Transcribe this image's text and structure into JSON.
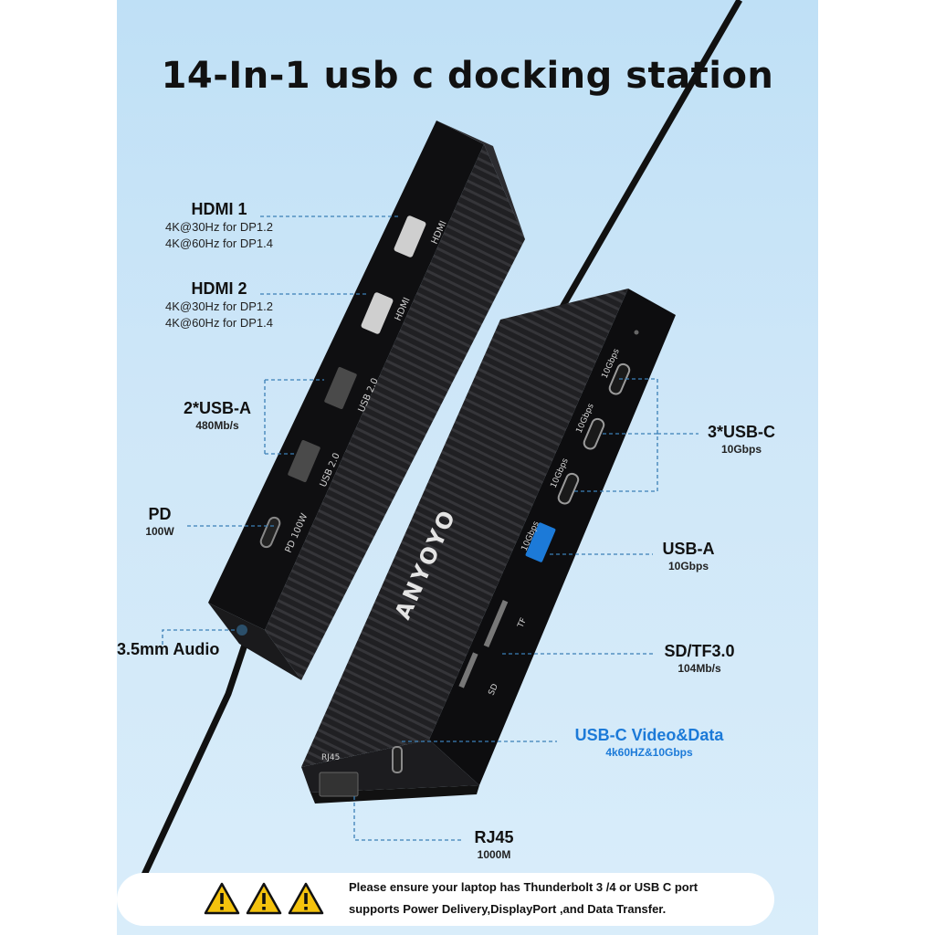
{
  "title": "14-In-1 usb c docking station",
  "labels": {
    "hdmi1": {
      "name": "HDMI 1",
      "line1": "4K@30Hz for DP1.2",
      "line2": "4K@60Hz for DP1.4"
    },
    "hdmi2": {
      "name": "HDMI 2",
      "line1": "4K@30Hz for DP1.2",
      "line2": "4K@60Hz for DP1.4"
    },
    "usba2": {
      "name": "2*USB-A",
      "sub": "480Mb/s"
    },
    "pd": {
      "name": "PD",
      "sub": "100W"
    },
    "audio": {
      "name": "3.5mm Audio"
    },
    "usbc3": {
      "name": "3*USB-C",
      "sub": "10Gbps"
    },
    "usba10": {
      "name": "USB-A",
      "sub": "10Gbps"
    },
    "sdtf": {
      "name": "SD/TF3.0",
      "sub": "104Mb/s"
    },
    "video": {
      "name": "USB-C Video&Data",
      "sub": "4k60HZ&10Gbps"
    },
    "rj45": {
      "name": "RJ45",
      "sub": "1000M"
    }
  },
  "device_marks": {
    "brand": "ANYOYO",
    "hdmi_port": "HDMI",
    "usb20_port": "USB 2.0",
    "pd_port": "PD 100W",
    "gbps_port": "10Gbps",
    "sd_mark": "SD",
    "tf_mark": "TF",
    "rj45_mark": "RJ45"
  },
  "notice": {
    "line1": "Please ensure your laptop has Thunderbolt 3 /4 or USB C port",
    "line2": "supports Power Delivery,DisplayPort ,and Data Transfer."
  },
  "colors": {
    "accent_blue": "#1c7ad8",
    "warning_yellow": "#f4c20d"
  }
}
